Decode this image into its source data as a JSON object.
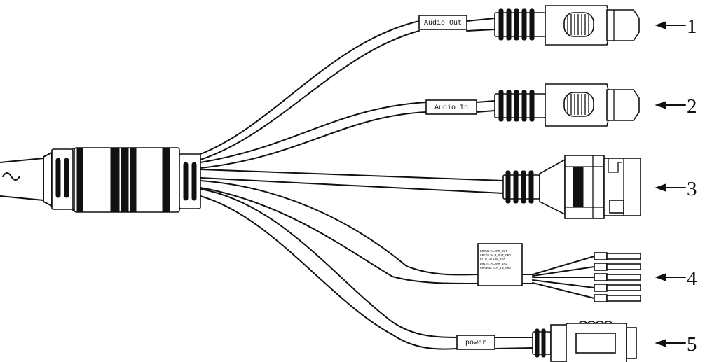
{
  "labels": {
    "audio_out": "Audio Out",
    "audio_in": "Audio In",
    "power": "power"
  },
  "alarm_tag_lines": [
    "BROWN:ALARM_OUT",
    "GREEN:ALM_OUT_GND",
    "BLUE:ALARM_IN1",
    "WHITE:ALARM_IN2",
    "ORANGE:ALM_IN_GND"
  ],
  "callouts": [
    "1",
    "2",
    "3",
    "4",
    "5"
  ]
}
